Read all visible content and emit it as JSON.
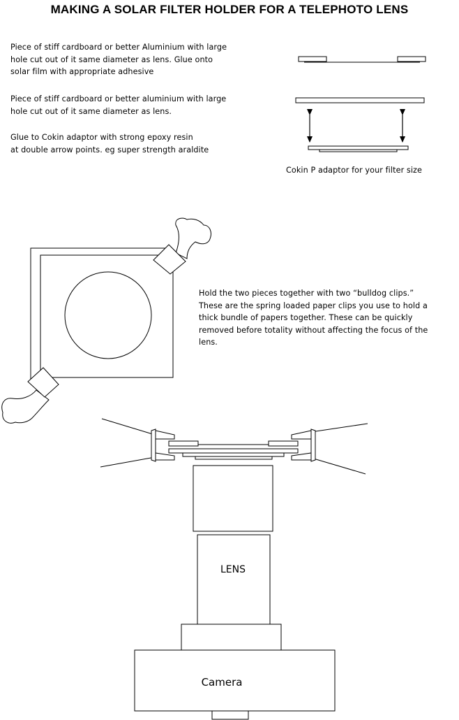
{
  "title": "MAKING A SOLAR FILTER HOLDER FOR A TELEPHOTO LENS",
  "notes": {
    "front_plate": "Piece of stiff cardboard or better Aluminium with large\nhole cut out of it same diameter as lens. Glue onto\nsolar film with appropriate adhesive",
    "back_plate": "Piece of stiff cardboard or better aluminium with large\nhole cut out of it same diameter as lens.",
    "glue": "Glue to Cokin adaptor with strong epoxy resin\nat double arrow points. eg super strength araldite",
    "cokin": "Cokin P adaptor for your filter size",
    "clips": "Hold the two pieces together with two “bulldog clips.”\nThese are the spring loaded paper clips you use to hold a\nthick bundle of papers together. These can be quickly\nremoved before totality without affecting the focus of the\nlens."
  },
  "labels": {
    "lens": "LENS",
    "camera": "Camera"
  }
}
